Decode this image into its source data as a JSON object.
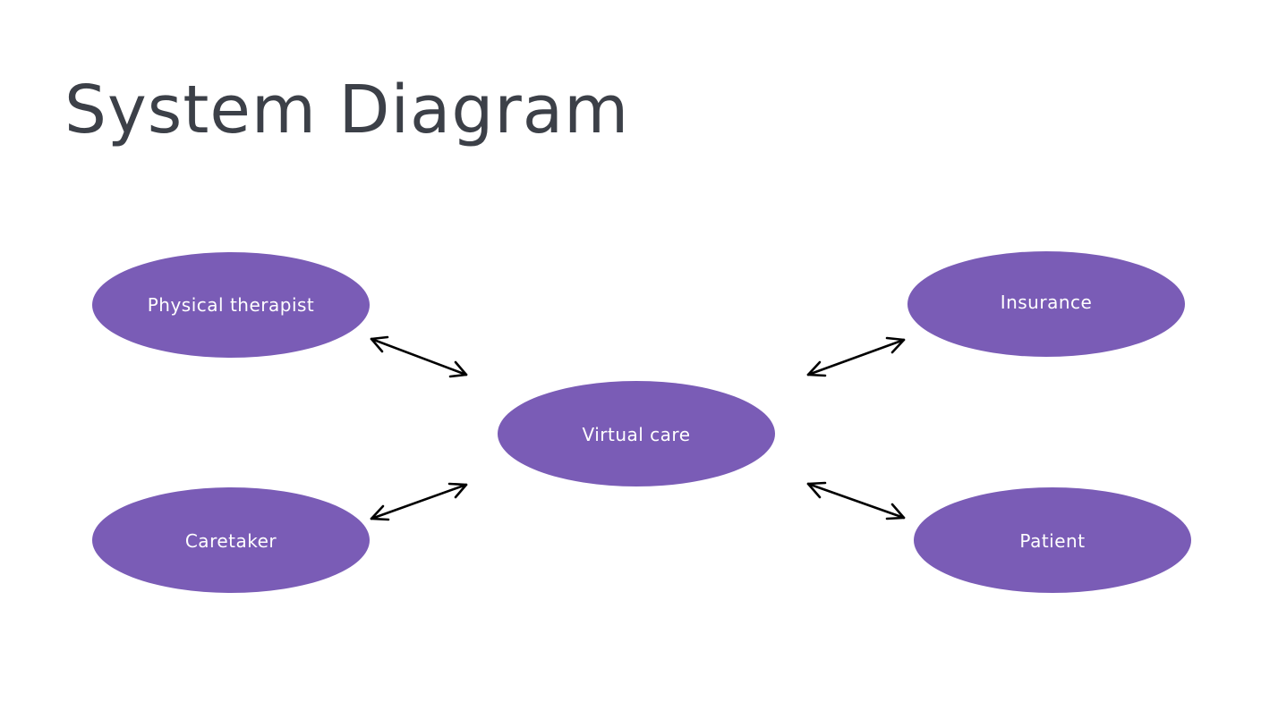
{
  "title": "System Diagram",
  "colors": {
    "node_fill": "#7a5cb6",
    "node_text": "#ffffff",
    "title_text": "#3c4048",
    "arrow": "#000000"
  },
  "nodes": {
    "physical_therapist": "Physical therapist",
    "insurance": "Insurance",
    "virtual_care": "Virtual care",
    "caretaker": "Caretaker",
    "patient": "Patient"
  },
  "edges": [
    {
      "from": "virtual_care",
      "to": "physical_therapist",
      "direction": "bidirectional"
    },
    {
      "from": "virtual_care",
      "to": "insurance",
      "direction": "bidirectional"
    },
    {
      "from": "virtual_care",
      "to": "caretaker",
      "direction": "bidirectional"
    },
    {
      "from": "virtual_care",
      "to": "patient",
      "direction": "bidirectional"
    }
  ]
}
